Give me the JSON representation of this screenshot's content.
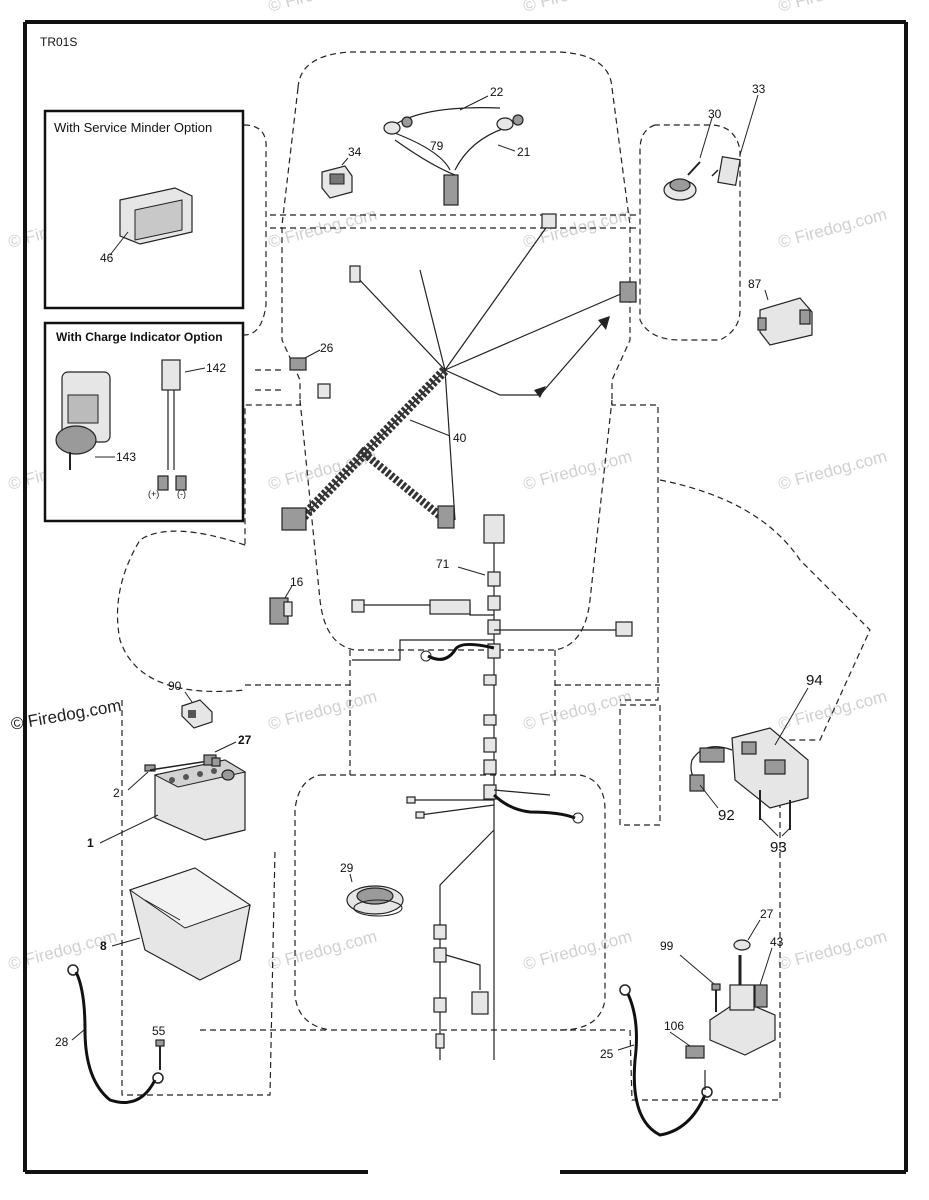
{
  "diagram_id": "TR01S",
  "option_boxes": {
    "service_minder": {
      "title": "With Service Minder Option",
      "parts": [
        "46"
      ]
    },
    "charge_indicator": {
      "title": "With Charge Indicator Option",
      "parts": [
        "142",
        "143"
      ],
      "terminal_plus": "(+)",
      "terminal_minus": "(-)"
    }
  },
  "part_labels": {
    "p22": "22",
    "p33": "33",
    "p30": "30",
    "p34": "34",
    "p79": "79",
    "p21": "21",
    "p87": "87",
    "p26": "26",
    "p40": "40",
    "p71": "71",
    "p16": "16",
    "p90": "90",
    "p27a": "27",
    "p2": "2",
    "p1": "1",
    "p94": "94",
    "p92": "92",
    "p93": "93",
    "p29": "29",
    "p8": "8",
    "p27b": "27",
    "p43": "43",
    "p99": "99",
    "p28": "28",
    "p55": "55",
    "p106": "106",
    "p25": "25"
  },
  "watermark": "© Firedog.com"
}
